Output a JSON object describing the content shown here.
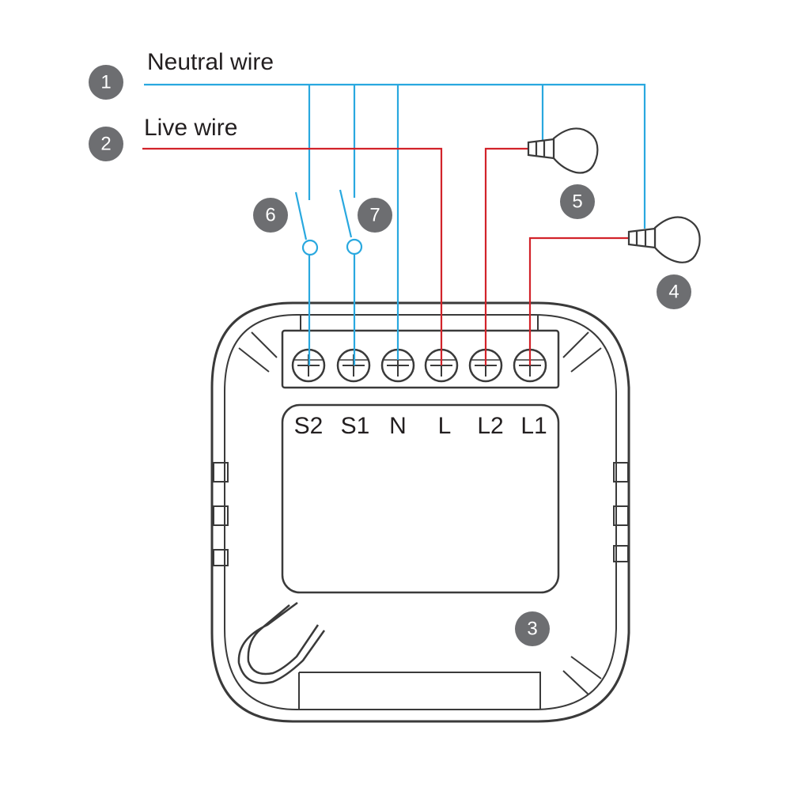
{
  "wires": {
    "neutral": {
      "label": "Neutral wire",
      "number": "1",
      "color": "#29a8df"
    },
    "live": {
      "label": "Live wire",
      "number": "2",
      "color": "#d2232a"
    }
  },
  "terminals": [
    "S2",
    "S1",
    "N",
    "L",
    "L2",
    "L1"
  ],
  "badges": {
    "module": "3",
    "lamp_l1": "4",
    "lamp_l2": "5",
    "switch_s2": "6",
    "switch_s1": "7"
  },
  "colors": {
    "outline": "#3a3a3a",
    "badge": "#6d6e71",
    "neutral": "#29a8df",
    "live": "#d2232a"
  }
}
